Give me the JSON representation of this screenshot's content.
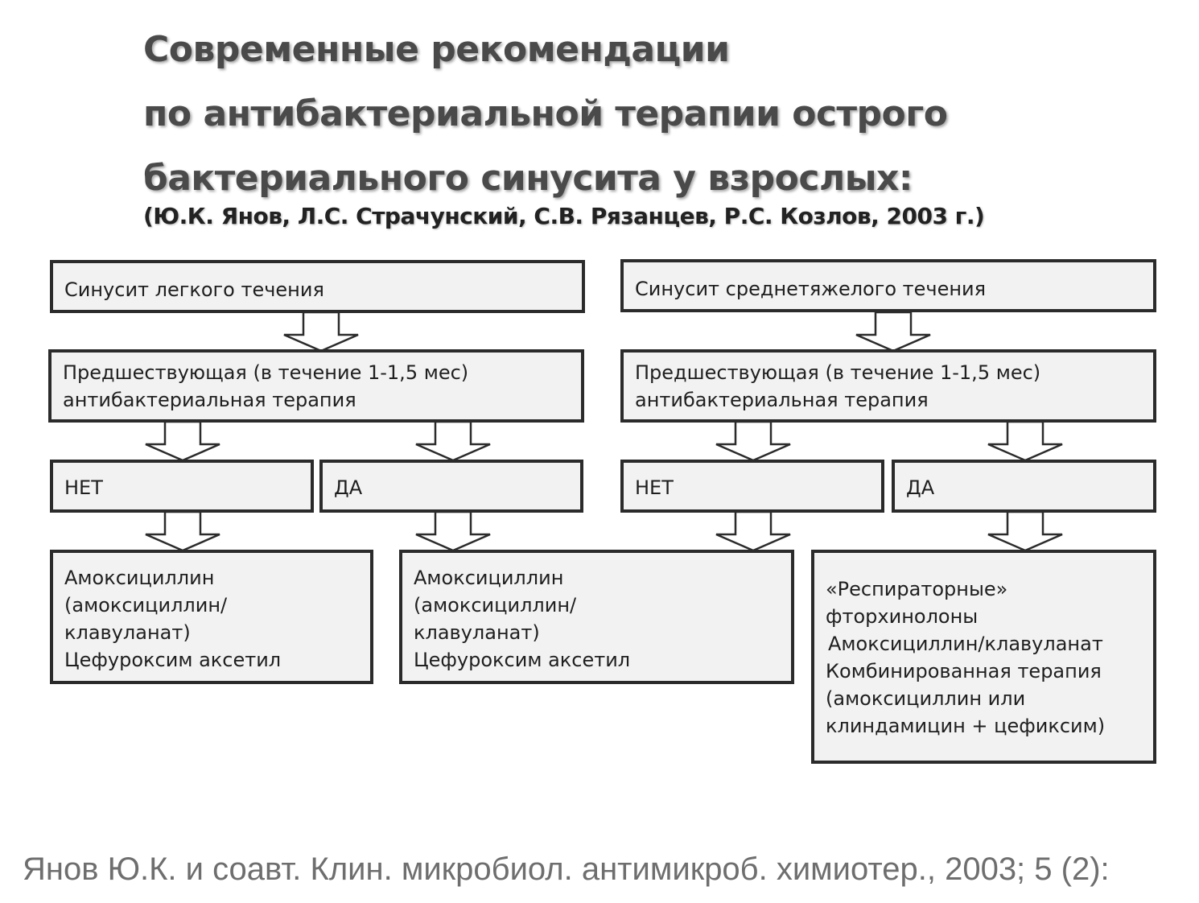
{
  "title": {
    "line1": "Современные рекомендации",
    "line2": "по антибактериальной терапии острого",
    "line3": "бактериального синусита у взрослых:"
  },
  "authors": "(Ю.К. Янов, Л.С. Страчунский, С.В. Рязанцев, Р.С. Козлов, 2003 г.)",
  "mild": {
    "severity": "Синусит легкого течения",
    "prior_line1": "Предшествующая (в течение 1-1,5 мес)",
    "prior_line2": "антибактериальная терапия",
    "no": "НЕТ",
    "yes": "ДА",
    "no_result": [
      "Амоксициллин",
      "(амоксициллин/",
      "клавуланат)",
      "Цефуроксим аксетил"
    ]
  },
  "moderate": {
    "severity": "Синусит среднетяжелого течения",
    "prior_line1": "Предшествующая (в течение 1-1,5 мес)",
    "prior_line2": "антибактериальная терапия",
    "no": "НЕТ",
    "yes": "ДА",
    "yes_result": [
      "«Респираторные»",
      "фторхинолоны",
      "Амоксициллин/клавуланат",
      "Комбинированная терапия",
      "(амоксициллин или",
      "клиндамицин + цефиксим)"
    ]
  },
  "shared_result": [
    "Амоксициллин",
    "(амоксициллин/",
    "клавуланат)",
    "Цефуроксим аксетил"
  ],
  "reference": "Янов Ю.К. и соавт. Клин. микробиол. антимикроб. химиотер., 2003; 5 (2):"
}
